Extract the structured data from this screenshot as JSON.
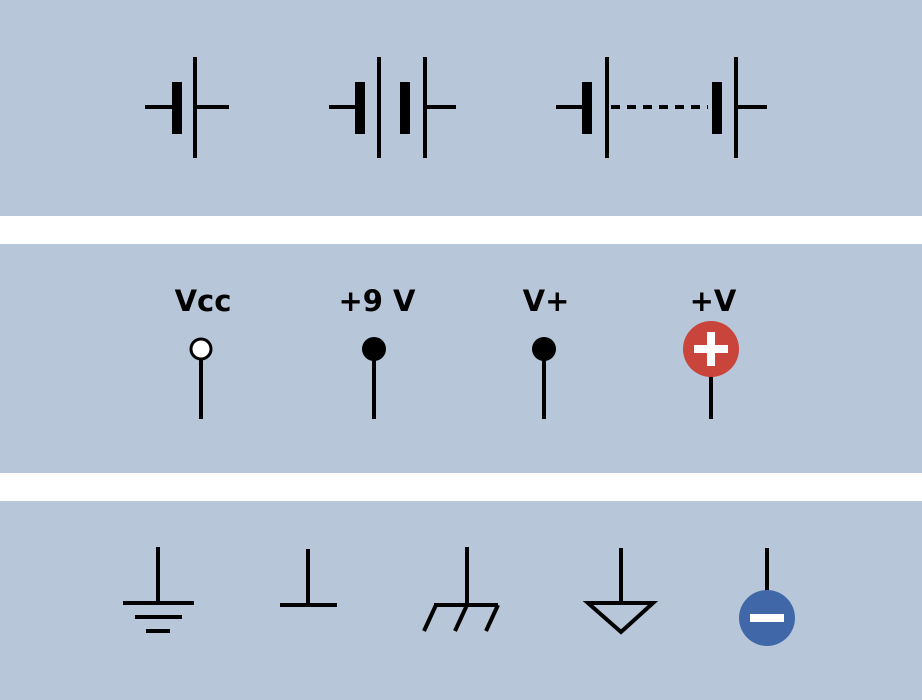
{
  "panels": {
    "batteries": {
      "symbols": [
        {
          "name": "single-cell",
          "icon": "battery-single-cell-icon"
        },
        {
          "name": "two-cell",
          "icon": "battery-two-cell-icon"
        },
        {
          "name": "multi-cell",
          "icon": "battery-multi-cell-icon"
        }
      ]
    },
    "supply": {
      "symbols": [
        {
          "label": "Vcc",
          "icon": "open-terminal-icon"
        },
        {
          "label": "+9 V",
          "icon": "filled-terminal-icon"
        },
        {
          "label": "V+",
          "icon": "filled-terminal-icon"
        },
        {
          "label": "+V",
          "icon": "positive-terminal-icon"
        }
      ]
    },
    "grounds": {
      "symbols": [
        {
          "name": "earth-ground",
          "icon": "earth-ground-icon"
        },
        {
          "name": "common-ground",
          "icon": "common-ground-icon"
        },
        {
          "name": "chassis-ground",
          "icon": "chassis-ground-icon"
        },
        {
          "name": "signal-ground",
          "icon": "signal-ground-icon"
        },
        {
          "name": "negative-terminal",
          "icon": "negative-terminal-icon"
        }
      ]
    }
  },
  "colors": {
    "panel_background": "#b8c6d9",
    "gap_background": "#ffffff",
    "positive": "#c9443a",
    "negative": "#4068a8",
    "stroke": "#000000"
  }
}
